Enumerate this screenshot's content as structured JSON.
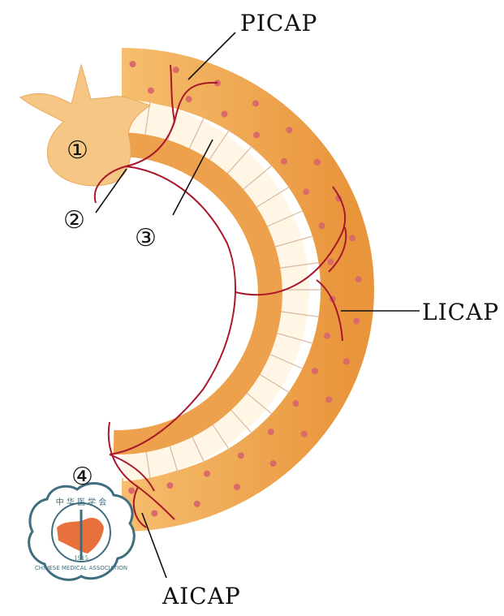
{
  "labels": {
    "picap": "PICAP",
    "licap": "LICAP",
    "aicap": "AICAP"
  },
  "numbers": {
    "n1": "①",
    "n2": "②",
    "n3": "③",
    "n4": "④"
  },
  "logo": {
    "cn": "中华医学会",
    "en": "CHINESE MEDICAL ASSOCIATION",
    "year": "1915"
  },
  "colors": {
    "orange": "#f0a550",
    "vessel": "#a8182a",
    "cartilage": "#fff6e6",
    "logo_ring": "#3f6e7e",
    "logo_map": "#e8703c"
  }
}
